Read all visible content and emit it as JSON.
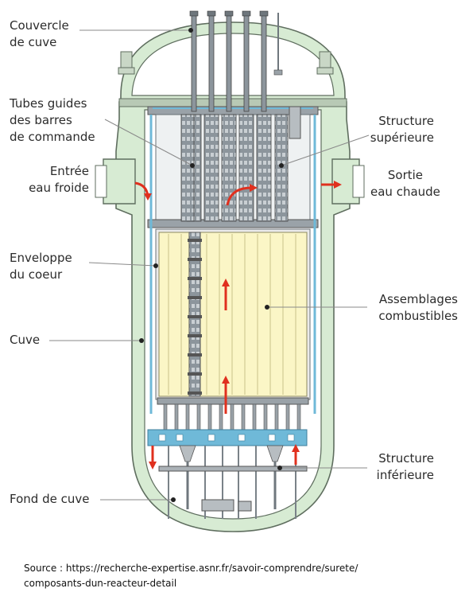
{
  "labels": {
    "couvercle": [
      "Couvercle",
      "de cuve"
    ],
    "tubes": [
      "Tubes guides",
      "des barres",
      "de commande"
    ],
    "entree": [
      "Entrée",
      "eau froide"
    ],
    "enveloppe": [
      "Enveloppe",
      "du coeur"
    ],
    "cuve": [
      "Cuve"
    ],
    "fond": [
      "Fond de cuve"
    ],
    "structure_sup": [
      "Structure",
      "supérieure"
    ],
    "sortie": [
      "Sortie",
      "eau chaude"
    ],
    "assemblages": [
      "Assemblages",
      "combustibles"
    ],
    "structure_inf": [
      "Structure",
      "inférieure"
    ]
  },
  "source": [
    "Source : https://recherche-expertise.asnr.fr/savoir-comprendre/surete/",
    "composants-dun-reacteur-detail"
  ],
  "colors": {
    "vessel_fill": "#d7ebd3",
    "vessel_stroke": "#5f6e5f",
    "fuel": "#fbf6c6",
    "steel": "#9aa2a8",
    "blue": "#6fb9d8",
    "arrow": "#e0301e"
  }
}
